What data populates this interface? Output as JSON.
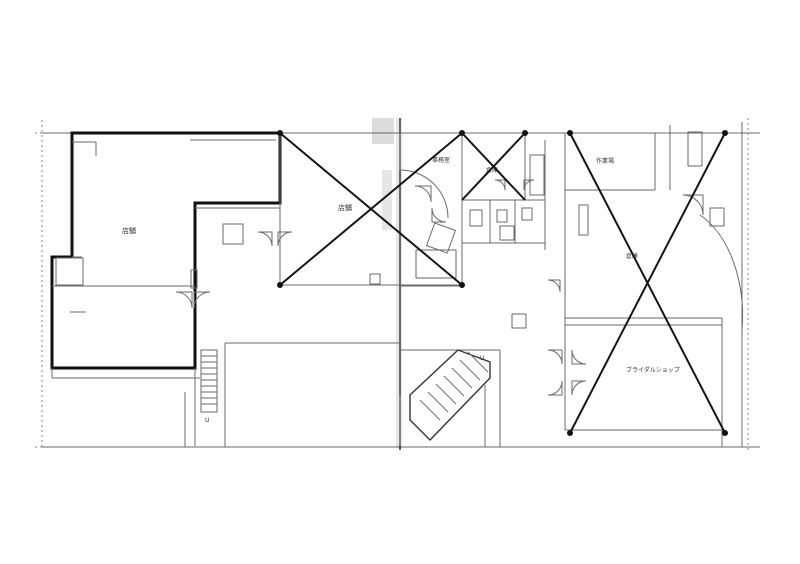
{
  "rooms": {
    "store_a": "店舗",
    "store_b": "店舗",
    "office": "事務室",
    "kitchen": "厨房",
    "storage": "倉庫",
    "workroom": "作業場",
    "shop": "ブライダルショップ"
  },
  "marks": {
    "stair_up_1": "U",
    "stair_up_2": "U"
  }
}
